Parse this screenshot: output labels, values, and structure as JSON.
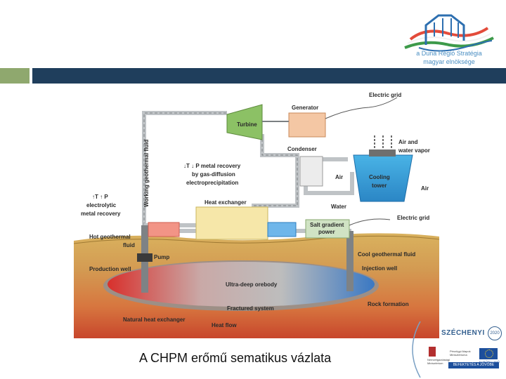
{
  "logo": {
    "name": "a Duna Régió Stratégia",
    "subtitle": "magyar elnöksége"
  },
  "diagram": {
    "labels": {
      "electric_grid_top": "Electric grid",
      "generator": "Generator",
      "turbine": "Turbine",
      "air_water_vapor_1": "Air and",
      "air_water_vapor_2": "water vapor",
      "working_fluid": "Working geothermal fluid",
      "condenser": "Condenser",
      "metal_recovery_1": "↓T ↓ P metal recovery",
      "metal_recovery_2": "by gas-diffusion",
      "metal_recovery_3": "electroprecipitation",
      "air_left": "Air",
      "cooling_tower_1": "Cooling",
      "cooling_tower_2": "tower",
      "air_right": "Air",
      "electrolytic_1": "↑T ↑ P",
      "electrolytic_2": "electrolytic",
      "electrolytic_3": "metal recovery",
      "heat_exchanger": "Heat exchanger",
      "water": "Water",
      "electric_grid_right": "Electric grid",
      "salt_gradient_1": "Salt gradient",
      "salt_gradient_2": "power",
      "hot_fluid_1": "Hot geothermal",
      "hot_fluid_2": "fluid",
      "pump": "Pump",
      "cool_fluid": "Cool geothermal fluid",
      "production_well": "Production well",
      "injection_well": "Injection well",
      "orebody": "Ultra-deep orebody",
      "fractured_system": "Fractured system",
      "rock_formation": "Rock formation",
      "natural_heat_exchanger": "Natural heat exchanger",
      "heat_flow": "Heat flow"
    }
  },
  "caption": "A CHPM erőmű sematikus vázlata",
  "footer": {
    "szechenyi": "SZÉCHENYI",
    "szechenyi_year": "2020",
    "ministry_1": "Nemzetgazdasági",
    "ministry_2": "Minisztérium",
    "program_1": "Pénzügyi Alapok",
    "program_2": "Minisztériuma",
    "eu_label": "EURÓPAI UNIÓ",
    "investment_banner": "BEFEKTETÉS A JÖVŐBE"
  }
}
